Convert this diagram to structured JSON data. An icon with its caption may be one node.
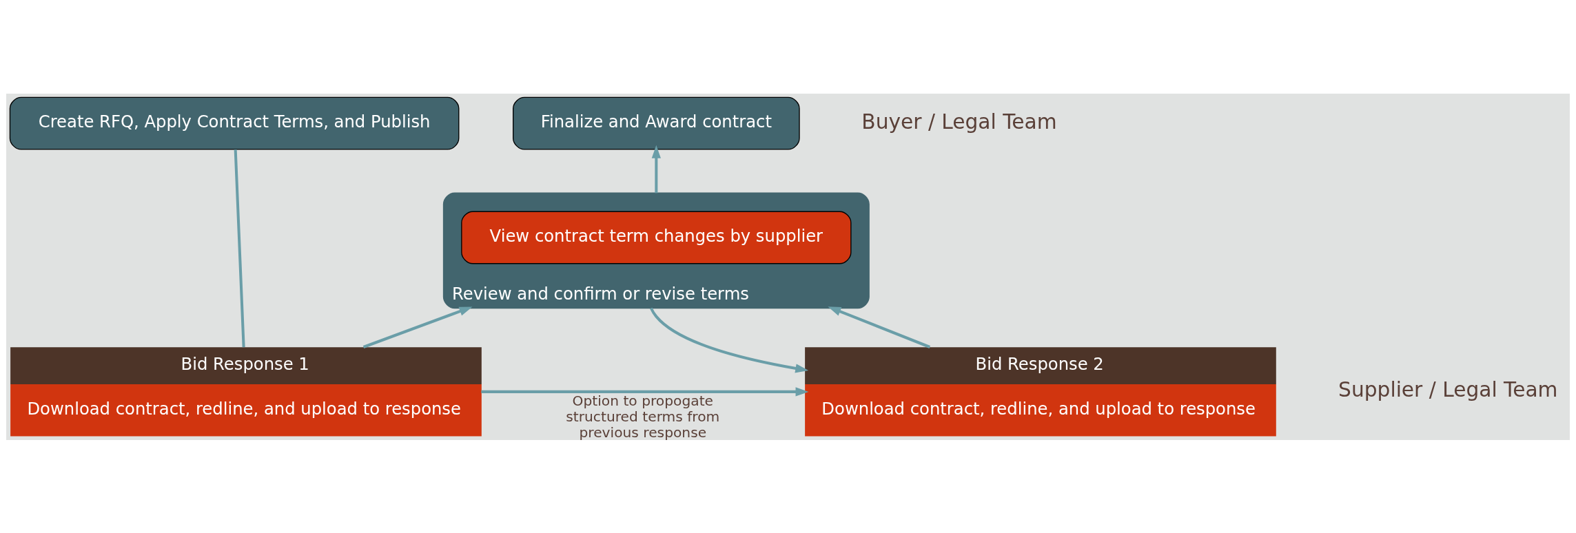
{
  "diagram": {
    "nodes": [
      {
        "text": [
          "Create RFQ, Apply Contract Terms, and Publish"
        ]
      },
      {
        "text": [
          "Finalize and Award contract"
        ]
      },
      {
        "text": [
          "Review and confirm or revise terms"
        ]
      },
      {
        "text": [
          "View contract term changes by supplier"
        ],
        "in": 2
      },
      {
        "text": [
          "Bid Response 1",
          "Download contract, redline, and upload to response"
        ]
      },
      {
        "text": [
          "Bid Response 2",
          "Download contract, redline, and upload to response"
        ]
      }
    ],
    "edges": [
      {
        "from": 0,
        "to": 4,
        "arrow": "none"
      },
      {
        "from": 4,
        "to": 2,
        "arrow": "to"
      },
      {
        "from": 2,
        "to": 5,
        "arrow": "to"
      },
      {
        "from": 5,
        "to": 2,
        "arrow": "to"
      },
      {
        "from": 2,
        "to": 1,
        "arrow": "to"
      },
      {
        "from": 4,
        "to": 5,
        "label": "Option to propogate structured terms from previous response",
        "arrow": "to"
      }
    ],
    "labels": [
      "Buyer / Legal Team",
      "Supplier / Legal Team"
    ]
  }
}
